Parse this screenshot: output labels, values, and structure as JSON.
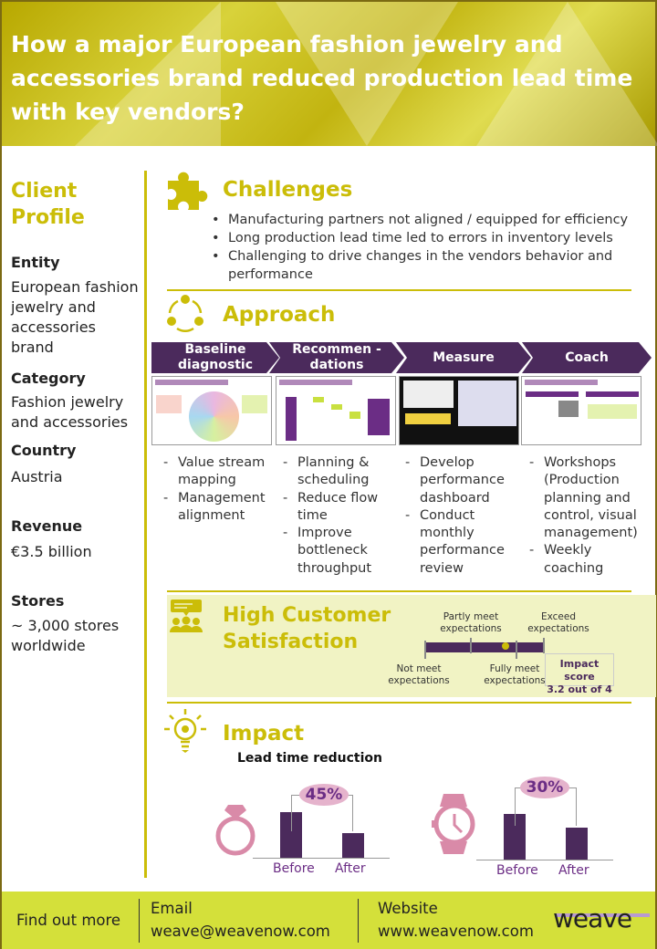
{
  "title": "How a major European fashion jewelry and accessories brand reduced production lead time with key vendors?",
  "profile": {
    "heading": "Client Profile",
    "items": [
      {
        "label": "Entity",
        "value": "European fashion jewelry and accessories brand"
      },
      {
        "label": "Category",
        "value": "Fashion jewelry and accessories"
      },
      {
        "label": "Country",
        "value": "Austria"
      },
      {
        "label": "Revenue",
        "value": "€3.5 billion"
      },
      {
        "label": "Stores",
        "value": "~ 3,000 stores worldwide"
      }
    ]
  },
  "challenges": {
    "heading": "Challenges",
    "bullets": [
      "Manufacturing partners not aligned / equipped  for efficiency",
      "Long production lead time led to errors in inventory levels",
      "Challenging to drive changes in the vendors behavior and performance"
    ]
  },
  "approach": {
    "heading": "Approach",
    "steps": [
      {
        "label": "Baseline diagnostic",
        "items": [
          "Value stream mapping",
          "Management alignment"
        ]
      },
      {
        "label": "Recommen -dations",
        "items": [
          "Planning & scheduling",
          "Reduce flow time",
          "Improve bottleneck throughput"
        ]
      },
      {
        "label": "Measure",
        "items": [
          "Develop performance dashboard",
          "Conduct monthly performance review"
        ]
      },
      {
        "label": "Coach",
        "items": [
          "Workshops (Production planning and control, visual management)",
          "Weekly coaching"
        ]
      }
    ]
  },
  "satisfaction": {
    "heading": "High Customer Satisfaction",
    "scale": [
      "Not meet expectations",
      "Partly meet expectations",
      "Fully meet expectations",
      "Exceed expectations"
    ],
    "score_label": "Impact score",
    "score_text": "3.2 out of 4",
    "score": 3.2,
    "max": 4
  },
  "impact": {
    "heading": "Impact",
    "subtitle": "Lead time reduction",
    "charts": [
      {
        "icon": "ring-icon",
        "pct": "45%",
        "categories": [
          "Before",
          "After"
        ],
        "values": [
          100,
          55
        ]
      },
      {
        "icon": "watch-icon",
        "pct": "30%",
        "categories": [
          "Before",
          "After"
        ],
        "values": [
          100,
          70
        ]
      }
    ]
  },
  "footer": {
    "cta": "Find out more",
    "email_label": "Email",
    "email": "weave@weavenow.com",
    "website_label": "Website",
    "website": "www.weavenow.com",
    "logo": "weave"
  },
  "colors": {
    "accent": "#cbbd08",
    "purple": "#4b2a5c",
    "pink": "#d98aa8",
    "footer": "#d4e03a"
  }
}
